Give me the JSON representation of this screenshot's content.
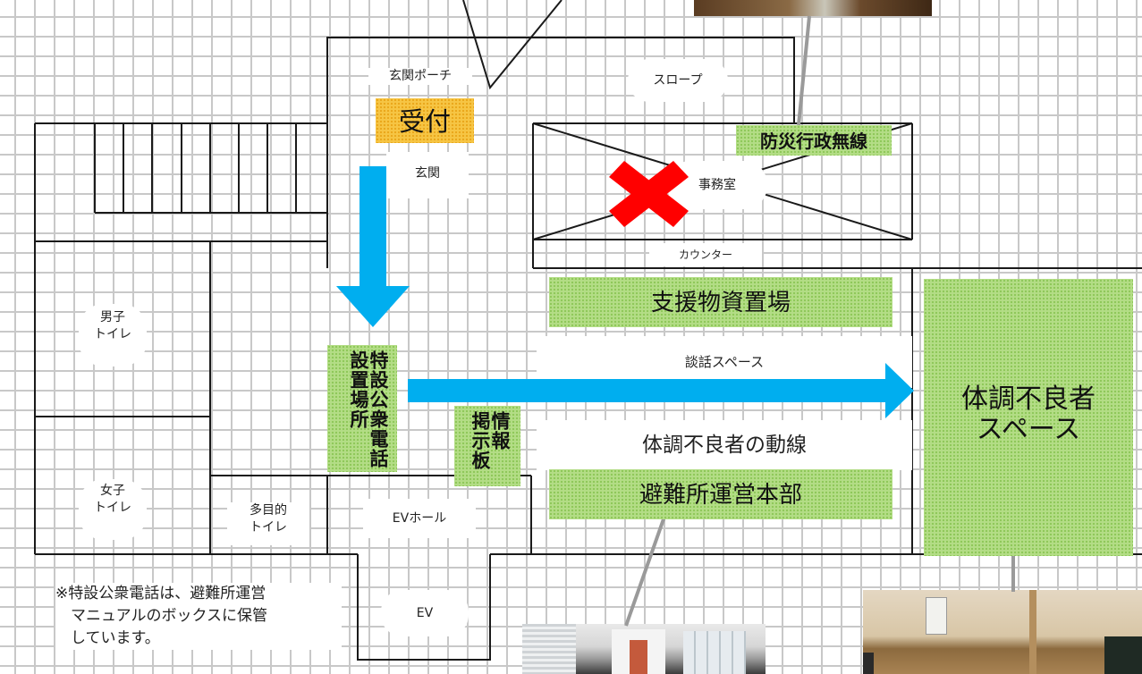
{
  "rooms": {
    "entrance_porch": "玄関ポーチ",
    "slope": "スロープ",
    "entrance": "玄関",
    "office": "事務室",
    "counter": "カウンター",
    "male_toilet": "男子\nトイレ",
    "female_toilet": "女子\nトイレ",
    "multipurpose_toilet": "多目的\nトイレ",
    "ev_hall": "EVホール",
    "ev": "EV",
    "lounge": "談話スペース"
  },
  "zones": {
    "reception": "受付",
    "disaster_radio": "防災行政無線",
    "relief_supplies": "支援物資置場",
    "hq": "避難所運営本部",
    "sick_space": "体調不良者\nスペース",
    "special_phone": "特設公衆電話\n設置場所",
    "info_board": "情報\n掲示板"
  },
  "route_label": "体調不良者の動線",
  "note": "※特設公衆電話は、避難所運営\n　マニュアルのボックスに保管\n　しています。",
  "colors": {
    "zone_green": "#b3dd86",
    "reception_yellow": "#f6c544",
    "arrow_blue": "#00aeef",
    "closed_mark_red": "#ff0000"
  },
  "closed_mark": "x-mark"
}
